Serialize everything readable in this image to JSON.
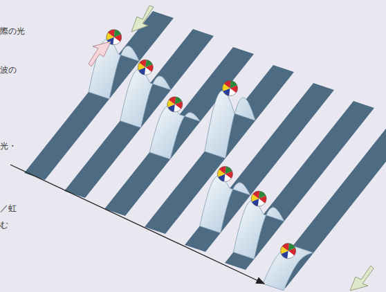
{
  "diagram": {
    "labels": [
      "際の光",
      "波の",
      "光・",
      "／虹",
      "む"
    ]
  }
}
